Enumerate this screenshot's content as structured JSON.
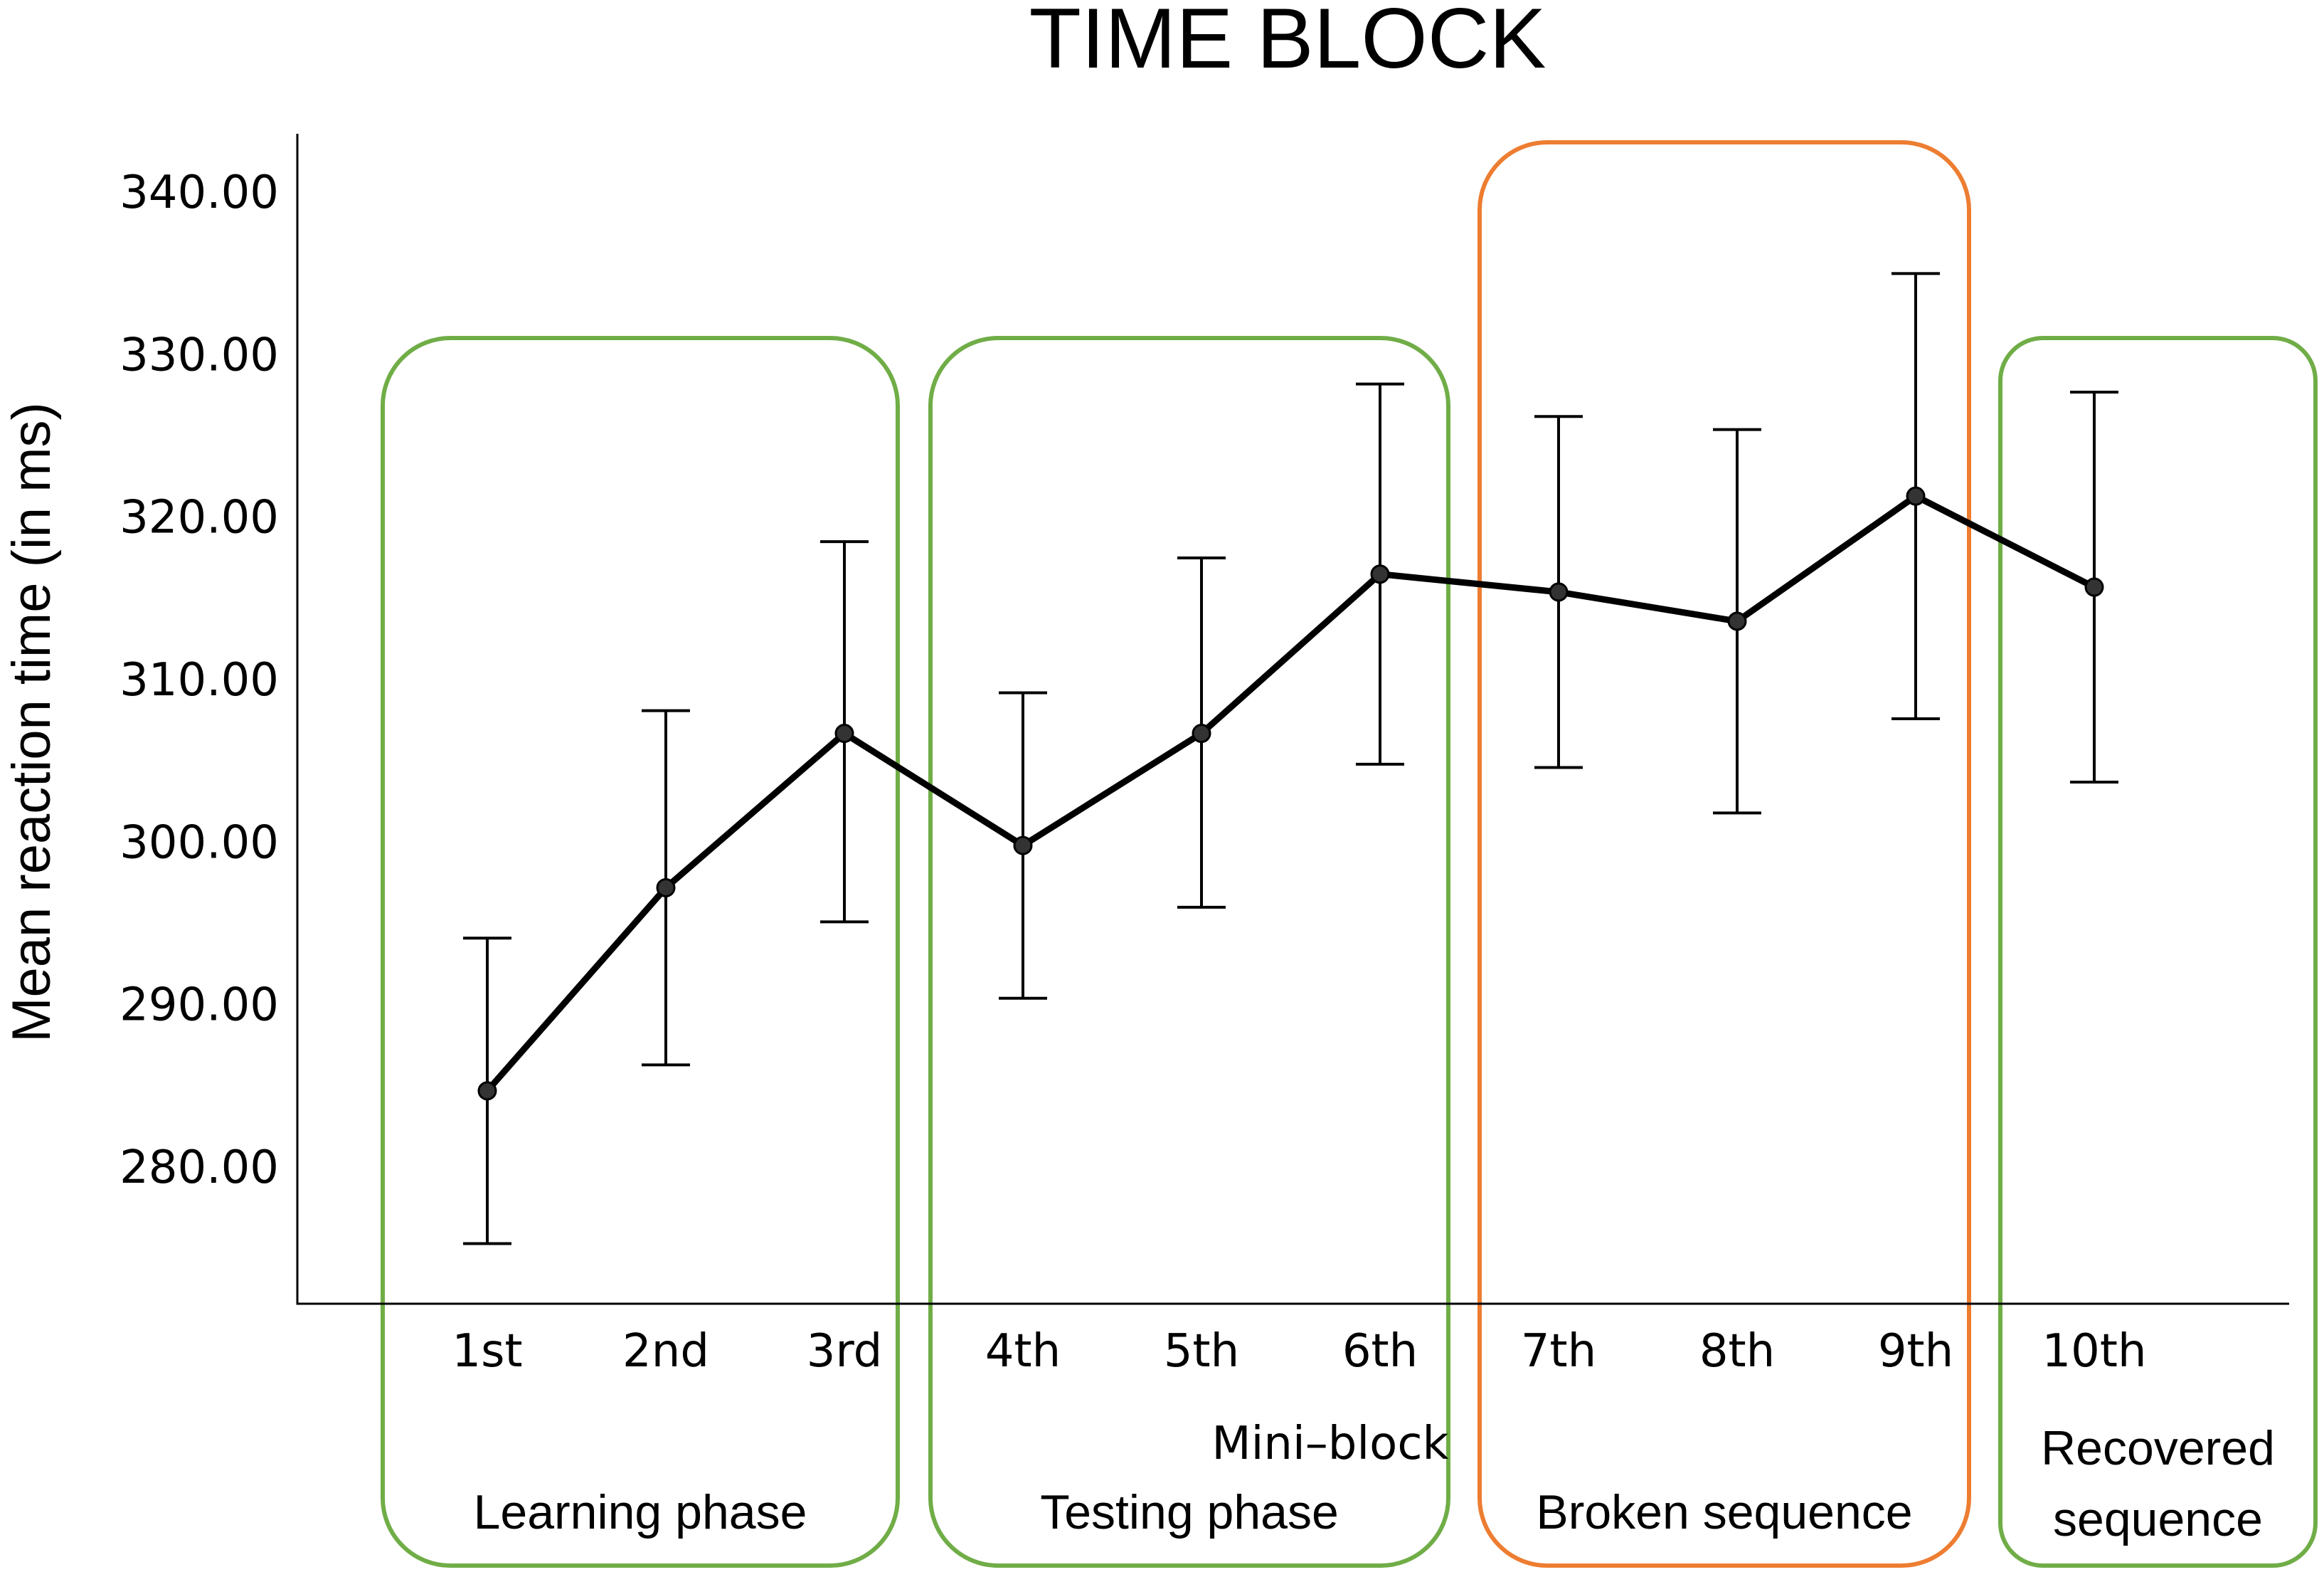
{
  "chart_data": {
    "type": "line",
    "title": "TIME BLOCK",
    "xlabel": "Mini–block",
    "ylabel": "Mean reaction time (in ms)",
    "ylim": [
      271.5,
      343.5
    ],
    "yticks": [
      "280.00",
      "290.00",
      "300.00",
      "310.00",
      "320.00",
      "330.00",
      "340.00"
    ],
    "categories": [
      "1st",
      "2nd",
      "3rd",
      "4th",
      "5th",
      "6th",
      "7th",
      "8th",
      "9th",
      "10th"
    ],
    "series": [
      {
        "values": [
          284.6,
          297.1,
          306.6,
          299.7,
          306.6,
          316.4,
          315.3,
          313.5,
          321.2,
          315.6
        ],
        "error_low": [
          275.2,
          286.2,
          295.0,
          290.3,
          295.9,
          304.7,
          304.5,
          301.7,
          307.5,
          303.6
        ],
        "error_high": [
          294.0,
          308.0,
          318.4,
          309.1,
          317.4,
          328.1,
          326.1,
          325.3,
          334.9,
          327.6
        ]
      }
    ],
    "grid": false,
    "regions": [
      {
        "label": "Learning phase",
        "color": "#70ad47",
        "from": 0,
        "to": 2
      },
      {
        "label": "Testing phase",
        "color": "#70ad47",
        "from": 3,
        "to": 5
      },
      {
        "label": "Broken sequence",
        "color": "#ed7d31",
        "from": 6,
        "to": 8
      },
      {
        "label": "Recovered\nsequence",
        "color": "#70ad47",
        "from": 9,
        "to": 9
      }
    ]
  }
}
